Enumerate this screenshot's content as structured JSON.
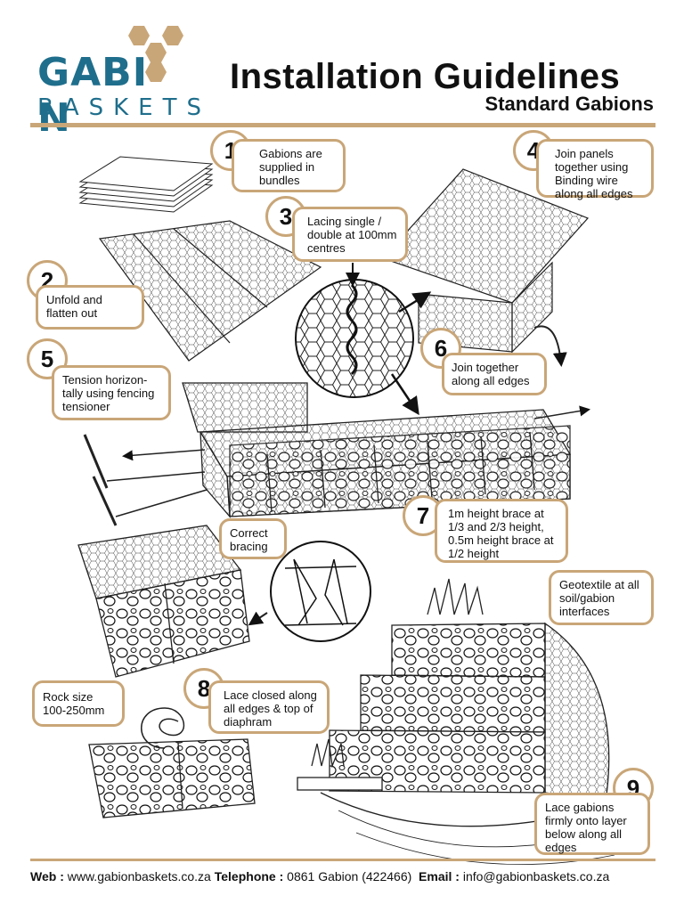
{
  "brand": {
    "name_top": "GABI",
    "name_top_end": "N",
    "name_bottom": "BASKETS",
    "accent_color": "#c9a678",
    "blue_color": "#1f6e8c"
  },
  "header": {
    "title": "Installation Guidelines",
    "subtitle": "Standard Gabions"
  },
  "steps": [
    {
      "num": "1",
      "text": "Gabions are supplied in bundles"
    },
    {
      "num": "2",
      "text": "Unfold and flatten out"
    },
    {
      "num": "3",
      "text": "Lacing single / double at 100mm centres"
    },
    {
      "num": "4",
      "text": "Join panels together using Binding wire along all edges"
    },
    {
      "num": "5",
      "text": "Tension horizon-tally using fencing tensioner"
    },
    {
      "num": "6",
      "text": "Join together along all edges"
    },
    {
      "num": "7",
      "text": "1m height brace at 1/3 and 2/3 height, 0.5m height brace at 1/2 height"
    },
    {
      "num": "8",
      "text": "Lace closed along all edges & top of diaphram"
    },
    {
      "num": "9",
      "text": "Lace gabions firmly onto layer below along all edges"
    }
  ],
  "notes": {
    "correct_bracing": "Correct bracing",
    "rock_size": "Rock size 100-250mm",
    "geotextile": "Geotextile at all soil/gabion interfaces"
  },
  "footer": {
    "web_label": "Web :",
    "web_value": "www.gabionbaskets.co.za",
    "tel_label": "Telephone :",
    "tel_value": "0861 Gabion (422466)",
    "email_label": "Email :",
    "email_value": "info@gabionbaskets.co.za"
  }
}
